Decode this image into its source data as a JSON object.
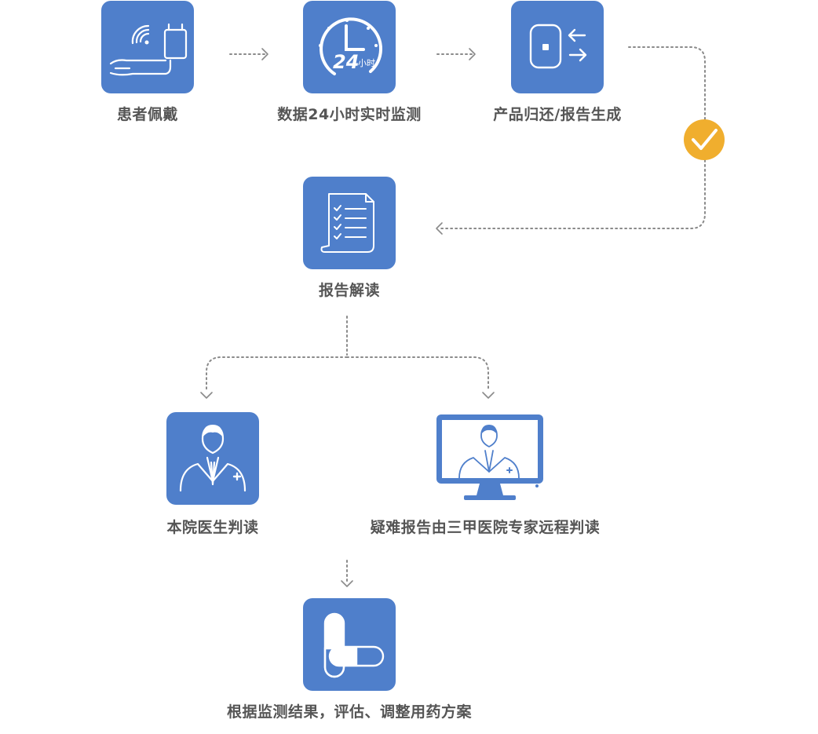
{
  "steps": [
    {
      "id": "wear",
      "label": "患者佩戴",
      "icon": "wrist-monitor-icon"
    },
    {
      "id": "monitor24",
      "label": "数据24小时实时监测",
      "icon": "clock-24h-icon",
      "icon_text_big": "24",
      "icon_text_small": "小时"
    },
    {
      "id": "return",
      "label": "产品归还/报告生成",
      "icon": "device-return-icon"
    },
    {
      "id": "interpret",
      "label": "报告解读",
      "icon": "checklist-document-icon"
    },
    {
      "id": "local_doctor",
      "label": "本院医生判读",
      "icon": "doctor-icon"
    },
    {
      "id": "remote_expert",
      "label": "疑难报告由三甲医院专家远程判读",
      "icon": "remote-doctor-monitor-icon"
    },
    {
      "id": "adjust",
      "label": "根据监测结果，评估、调整用药方案",
      "icon": "capsule-pills-icon"
    }
  ],
  "connectors": [
    {
      "from": "wear",
      "to": "monitor24",
      "style": "dotted-arrow"
    },
    {
      "from": "monitor24",
      "to": "return",
      "style": "dotted-arrow"
    },
    {
      "from": "return",
      "to": "interpret",
      "style": "dotted-arrow",
      "badge": "check-badge-icon"
    },
    {
      "from": "interpret",
      "to": "local_doctor",
      "style": "dotted-arrow"
    },
    {
      "from": "interpret",
      "to": "remote_expert",
      "style": "dotted-arrow"
    },
    {
      "from": "local_doctor",
      "to": "adjust",
      "style": "dotted-arrow"
    }
  ],
  "colors": {
    "tile": "#4f7fcb",
    "icon_stroke": "#ffffff",
    "label": "#555555",
    "connector": "#8a8a8a",
    "check_badge": "#f0ae2e"
  }
}
